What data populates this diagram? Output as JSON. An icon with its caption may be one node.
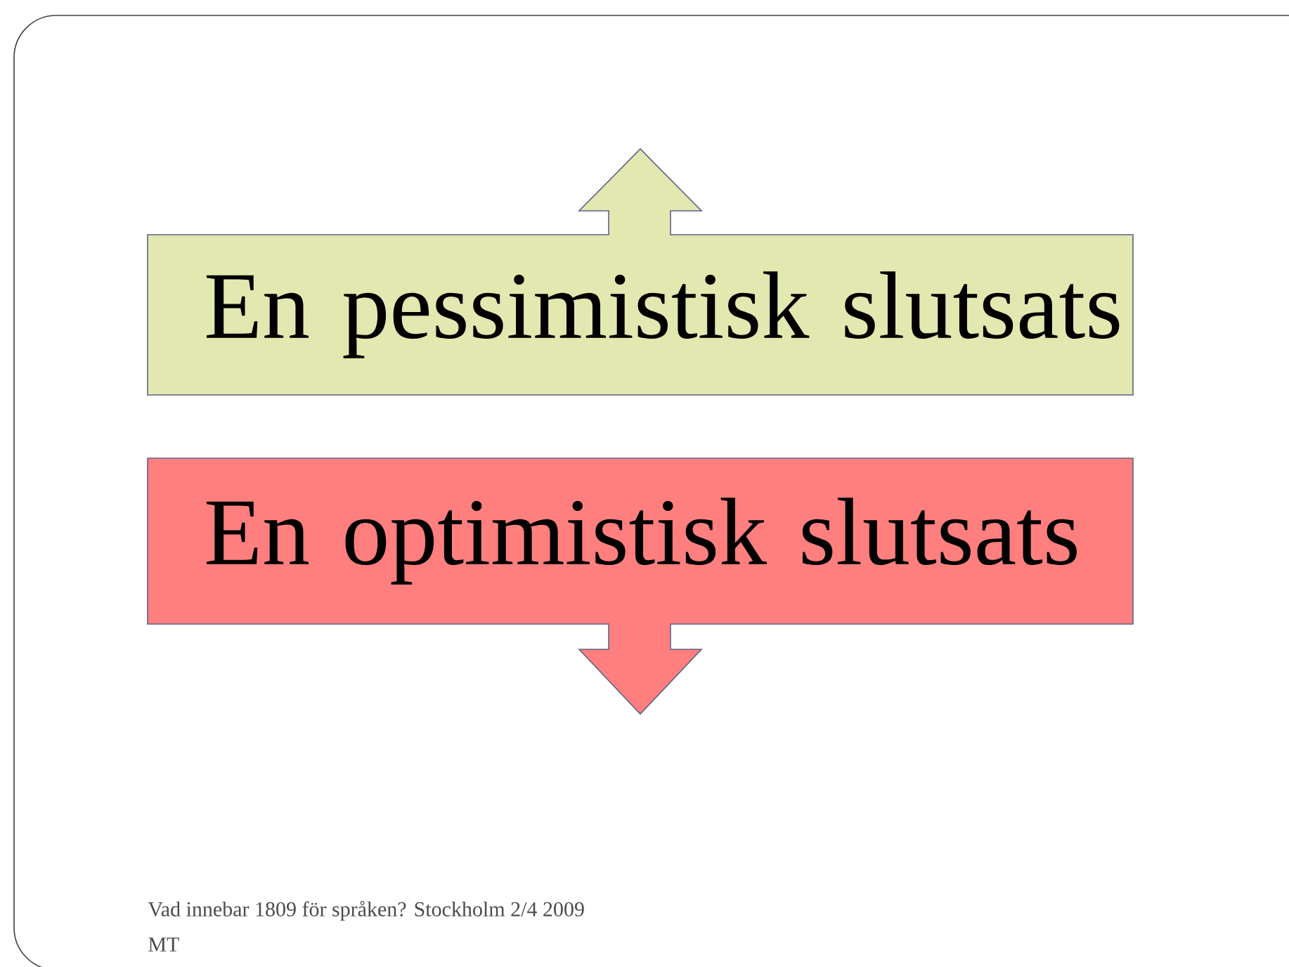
{
  "diagram": {
    "nodes": [
      {
        "text": [
          "En pessimistisk slutsats"
        ]
      },
      {
        "text": [
          "En optimistisk slutsats"
        ]
      }
    ],
    "labels": [
      "Vad innebar 1809 för språken? Stockholm 2/4 2009",
      "MT"
    ]
  }
}
